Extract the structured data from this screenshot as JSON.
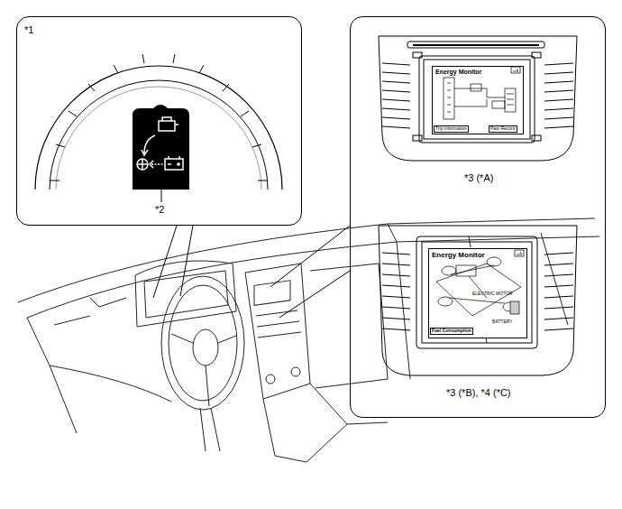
{
  "diagram": {
    "nodes": [
      {
        "text": [
          "*1"
        ]
      },
      {
        "text": [
          "*3 (*A)",
          "*3 (*B), *4 (*C)"
        ]
      },
      {
        "text": [
          "Energy Monitor",
          "Trip Information",
          "Past Record"
        ],
        "in": 1
      },
      {
        "text": [
          "Energy Monitor",
          "ELECTRIC MOTOR",
          "BATTERY",
          "Fuel Consumption"
        ],
        "in": 1
      }
    ],
    "labels": [
      "*2"
    ]
  }
}
